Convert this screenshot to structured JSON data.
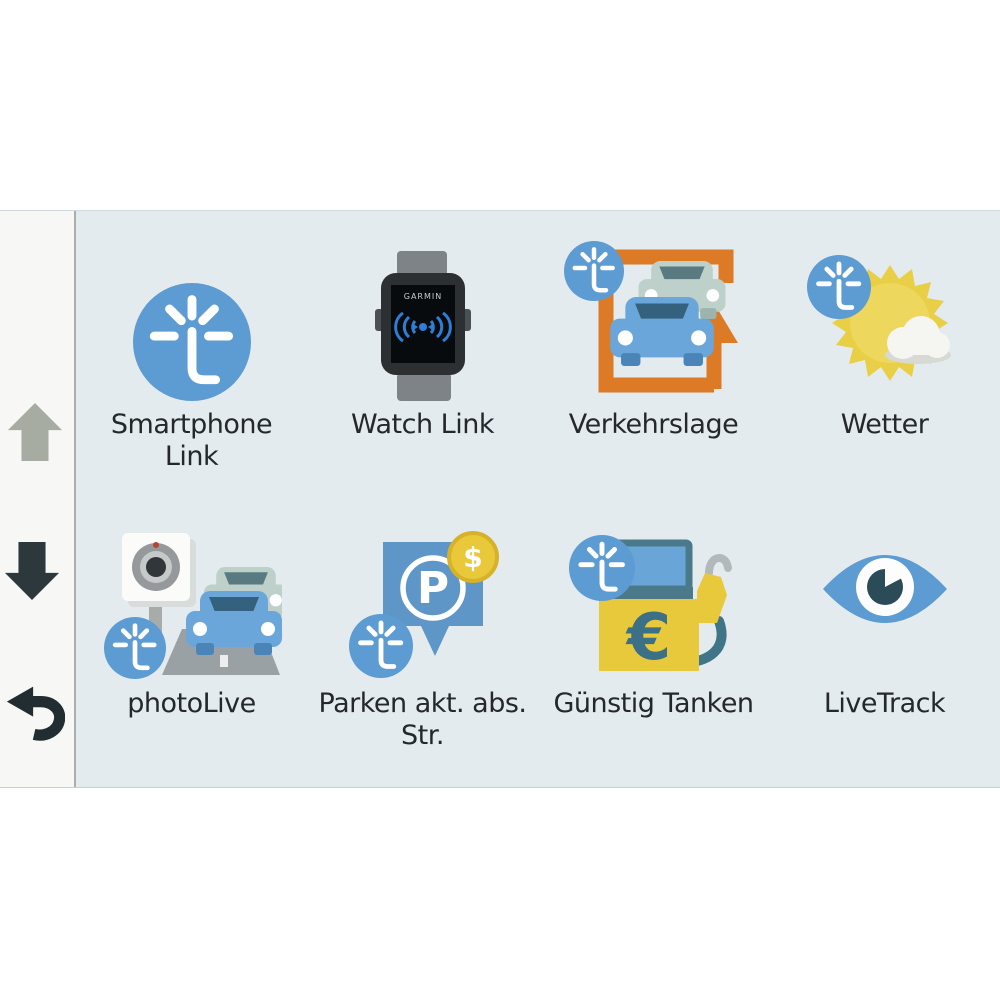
{
  "screen": {
    "type": "navigation-apps-menu"
  },
  "colors": {
    "page_background": "#ffffff",
    "panel_background": "#e4ebee",
    "sidebar_background": "#f7f8f5",
    "divider": "#a9aeae",
    "label_text": "#24282b",
    "accent_blue": "#5d9bd3",
    "traffic_orange": "#dd7a26",
    "fuel_yellow": "#e8c93c",
    "sun_yellow": "#e9cf45",
    "teal": "#3c7086",
    "watch_dark": "#2c3033",
    "signal_blue": "#2e7ed6",
    "scroll_up_arrow": "#a6aca2",
    "scroll_down_arrow": "#2d383c",
    "back_arrow": "#222d31"
  },
  "sidebar": {
    "up_label": "scroll up",
    "down_label": "scroll down",
    "back_label": "back"
  },
  "watch": {
    "brand": "GARMIN"
  },
  "glyphs": {
    "parking": "P",
    "dollar": "$",
    "euro": "€"
  },
  "grid": {
    "items": [
      {
        "label": "Smartphone Link",
        "lines": [
          "Smartphone",
          "Link"
        ],
        "icon": "smartphone-link"
      },
      {
        "label": "Watch Link",
        "lines": [
          "Watch Link"
        ],
        "icon": "watch-link"
      },
      {
        "label": "Verkehrslage",
        "lines": [
          "Verkehrslage"
        ],
        "icon": "traffic"
      },
      {
        "label": "Wetter",
        "lines": [
          "Wetter"
        ],
        "icon": "weather"
      },
      {
        "label": "photoLive",
        "lines": [
          "photoLive"
        ],
        "icon": "photolive"
      },
      {
        "label": "Parken akt. abs. Str.",
        "lines": [
          "Parken akt. abs.",
          "Str."
        ],
        "icon": "parking"
      },
      {
        "label": "Günstig Tanken",
        "lines": [
          "Günstig Tanken"
        ],
        "icon": "fuel"
      },
      {
        "label": "LiveTrack",
        "lines": [
          "LiveTrack"
        ],
        "icon": "livetrack"
      }
    ]
  }
}
